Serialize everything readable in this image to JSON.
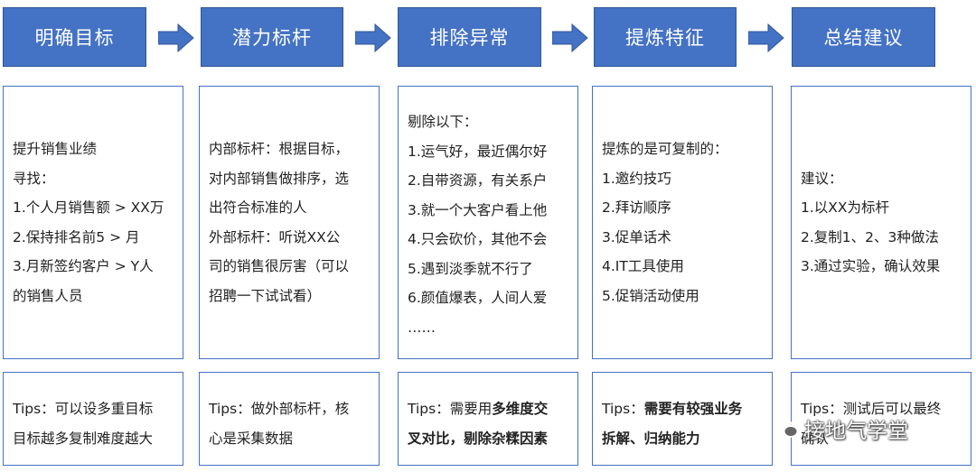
{
  "steps": [
    {
      "title": "明确目标",
      "content": [
        "提升销售业绩",
        "寻找：",
        "1.个人月销售额 > XX万",
        "2.保持排名前5  > 月",
        "3.月新签约客户 > Y人",
        "的销售人员"
      ],
      "tips": [
        [
          "Tips：可以设多重目标"
        ],
        [
          "目标越多复制难度越大"
        ]
      ]
    },
    {
      "title": "潜力标杆",
      "content": [
        "内部标杆：根据目标，",
        "对内部销售做排序，选",
        "出符合标准的人",
        "外部标杆：听说XX公",
        "司的销售很厉害（可以",
        "招聘一下试试看）"
      ],
      "tips": [
        [
          "Tips：做外部标杆，核"
        ],
        [
          "心是采集数据"
        ]
      ]
    },
    {
      "title": "排除异常",
      "content": [
        "剔除以下：",
        "1.运气好，最近偶尔好",
        "2.自带资源，有关系户",
        "3.就一个大客户看上他",
        "4.只会砍价，其他不会",
        "5.遇到淡季就不行了",
        "6.颜值爆表，人间人爱",
        "……"
      ],
      "tips": [
        [
          "Tips：需要用",
          "多维度交"
        ],
        [
          "叉对比，剔除杂糅因素"
        ]
      ]
    },
    {
      "title": "提炼特征",
      "content": [
        "提炼的是可复制的：",
        "1.邀约技巧",
        "2.拜访顺序",
        "3.促单话术",
        "4.IT工具使用",
        "5.促销活动使用"
      ],
      "tips": [
        [
          "Tips：",
          "需要有较强业务"
        ],
        [
          "拆解、归纳能力"
        ]
      ]
    },
    {
      "title": "总结建议",
      "content": [
        "建议：",
        "1.以XX为标杆",
        "2.复制1、2、3种做法",
        "3.通过实验，确认效果"
      ],
      "tips": [
        [
          "Tips：测试后可以最终"
        ],
        [
          "确认"
        ]
      ]
    }
  ],
  "watermark": "接地气学堂",
  "colors": {
    "header_fill": "#4472C4",
    "border": "#4472C4",
    "arrow": "#4472C4"
  }
}
